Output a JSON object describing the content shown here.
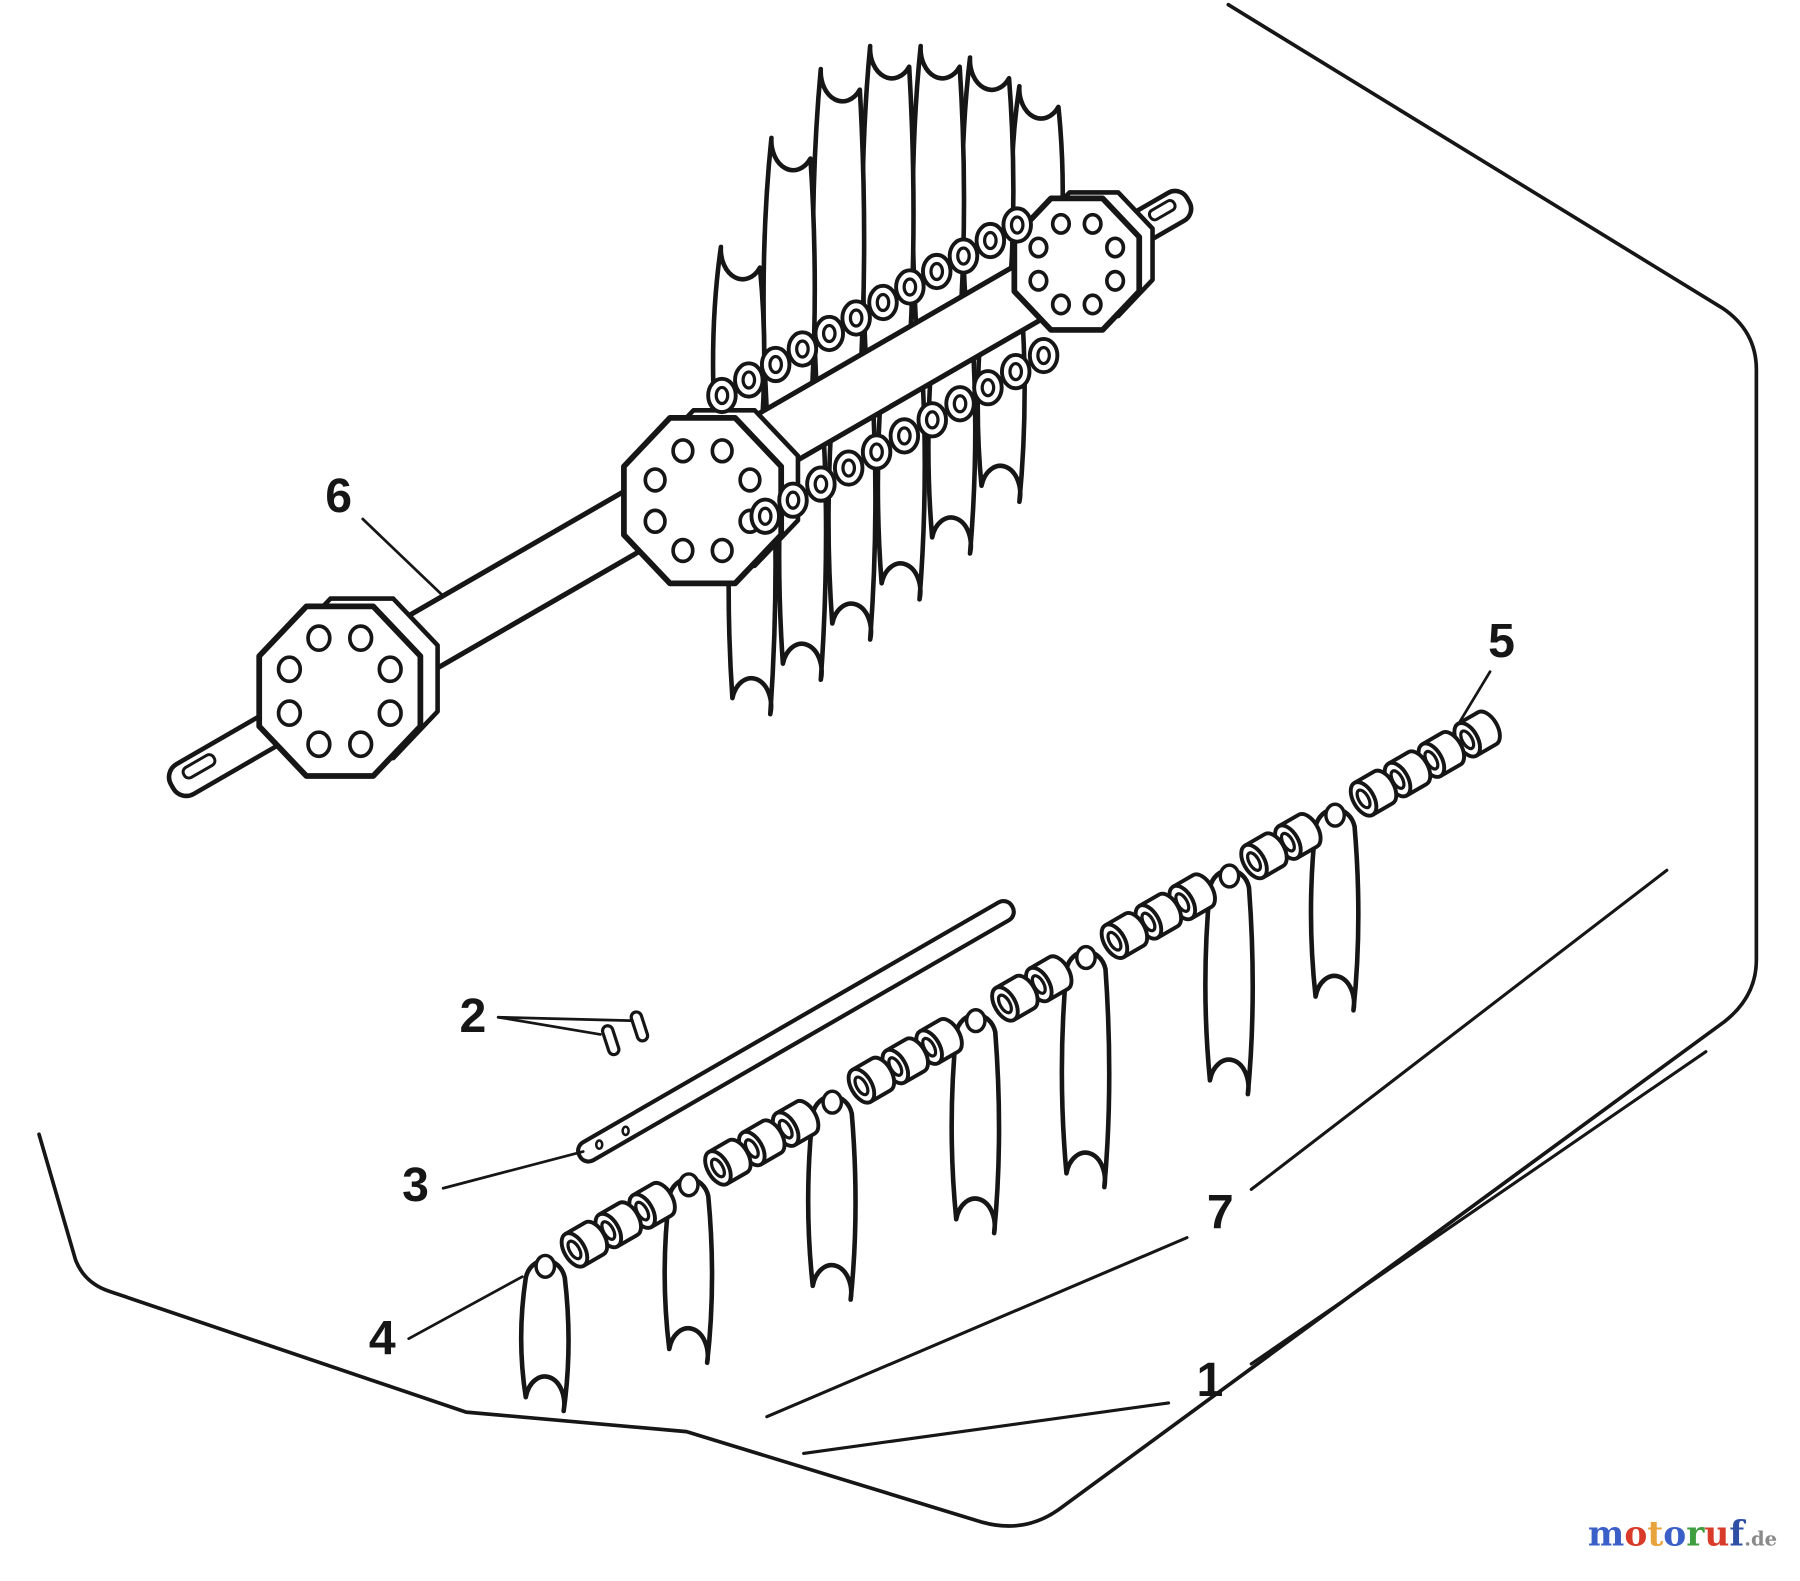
{
  "labels": {
    "part1": "1",
    "part2": "2",
    "part3": "3",
    "part4": "4",
    "part5": "5",
    "part6": "6",
    "part7": "7"
  },
  "watermark": {
    "letters": [
      {
        "ch": "m",
        "color": "#3a5fc8"
      },
      {
        "ch": "o",
        "color": "#d93b2b"
      },
      {
        "ch": "t",
        "color": "#e8a33c"
      },
      {
        "ch": "o",
        "color": "#3a5fc8"
      },
      {
        "ch": "r",
        "color": "#3f9e3f"
      },
      {
        "ch": "u",
        "color": "#d93b2b"
      },
      {
        "ch": "f",
        "color": "#2e4fa3"
      }
    ],
    "suffix": ".de",
    "suffix_color": "#8a8a8a"
  },
  "colors": {
    "ink": "#161616",
    "background": "#ffffff"
  }
}
